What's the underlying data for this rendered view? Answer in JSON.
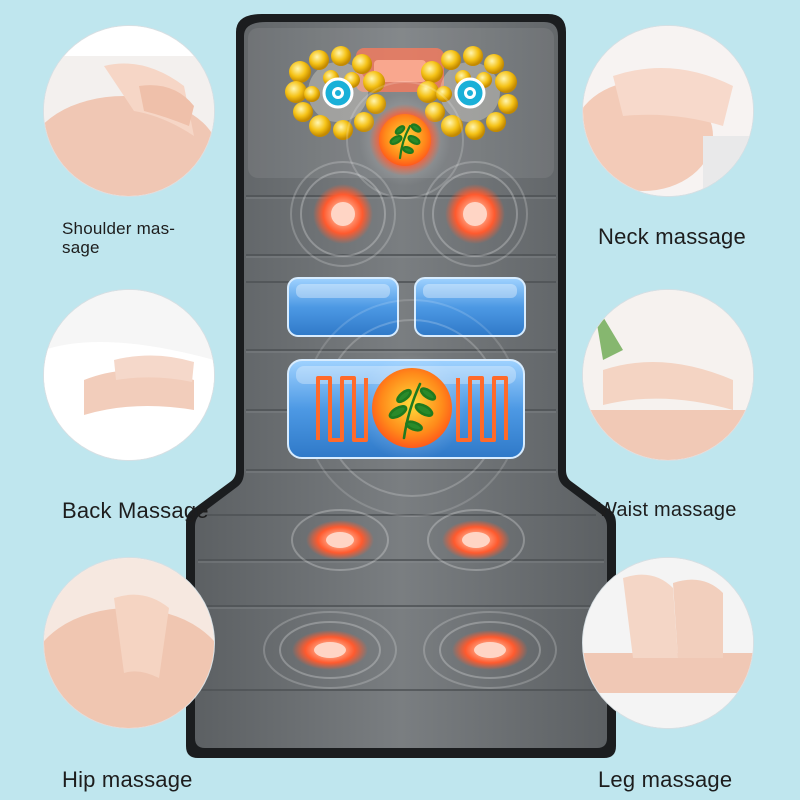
{
  "labels": {
    "shoulder_line1": "Shoulder mas-",
    "shoulder_line2": "sage",
    "neck": "Neck massage",
    "back": "Back Massage",
    "waist": "Waist massage",
    "hip": "Hip massage",
    "leg": "Leg massage"
  },
  "colors": {
    "background": "#bfe6ee",
    "mat": "#6d7174",
    "mat_border": "#1b1d1f",
    "heat_orange": "#ff7a4a",
    "heat_core": "#ffb8a0",
    "airbag_blue": "#5aa5e6",
    "roller_yellow": "#f6c21a",
    "herb_green": "#2a8a2a"
  },
  "icons": [
    "herb-leaf-icon",
    "heat-pad-icon",
    "roller-node-icon",
    "airbag-icon"
  ]
}
